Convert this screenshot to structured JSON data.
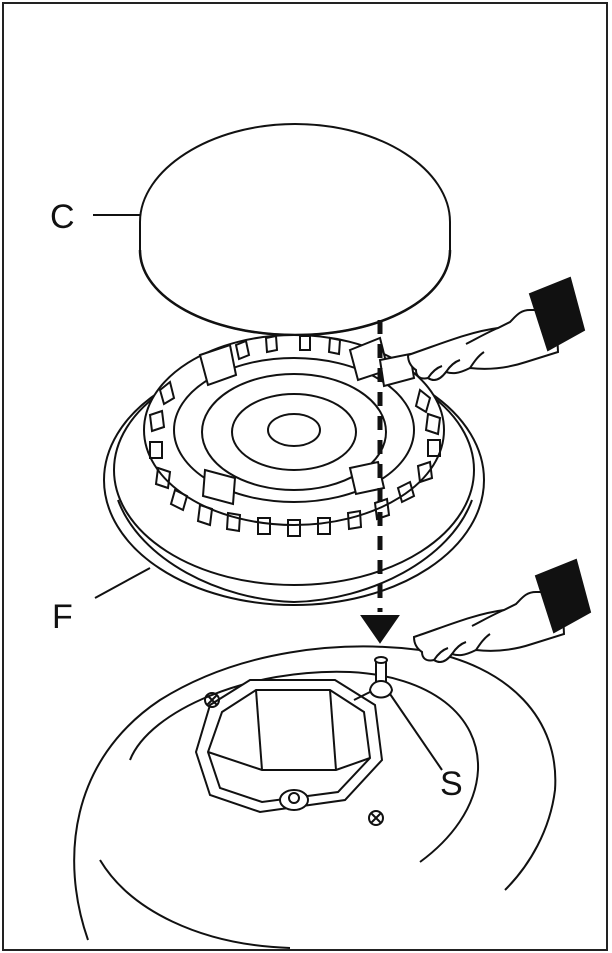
{
  "labels": {
    "cap": "C",
    "flame_spreader": "F",
    "pin": "S"
  },
  "colors": {
    "line": "#111111",
    "fill": "#ffffff"
  },
  "icons": [
    "pointing-hand-icon",
    "pointing-hand-icon",
    "down-arrow-icon"
  ]
}
